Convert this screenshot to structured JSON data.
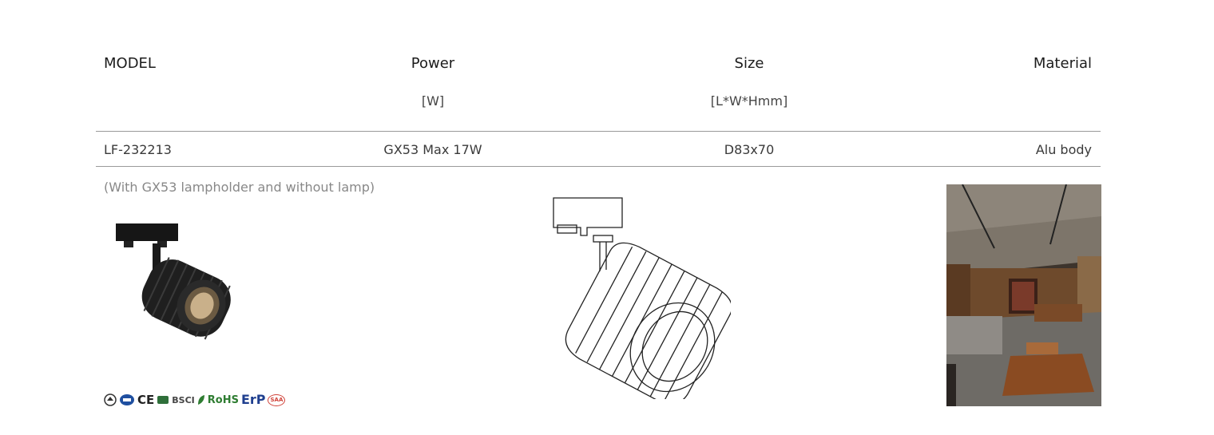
{
  "table": {
    "headers": {
      "model": "MODEL",
      "power": "Power",
      "size": "Size",
      "material": "Material"
    },
    "units": {
      "power": "[W]",
      "size": "[L*W*Hmm]"
    },
    "row": {
      "model": "LF-232213",
      "power": "GX53 Max 17W",
      "size": "D83x70",
      "material": "Alu body"
    }
  },
  "note": "(With GX53 lampholder and without lamp)",
  "certifications": {
    "ce": "CE",
    "bsci": "BSCI",
    "rohs": "RoHS",
    "erp": "ErP",
    "saa": "SAA"
  },
  "colors": {
    "rule": "#9a9a9a",
    "text_muted": "#888888",
    "erp_blue": "#1f3f8f",
    "rohs_green": "#2f7d32",
    "saa_red": "#d0433a"
  }
}
